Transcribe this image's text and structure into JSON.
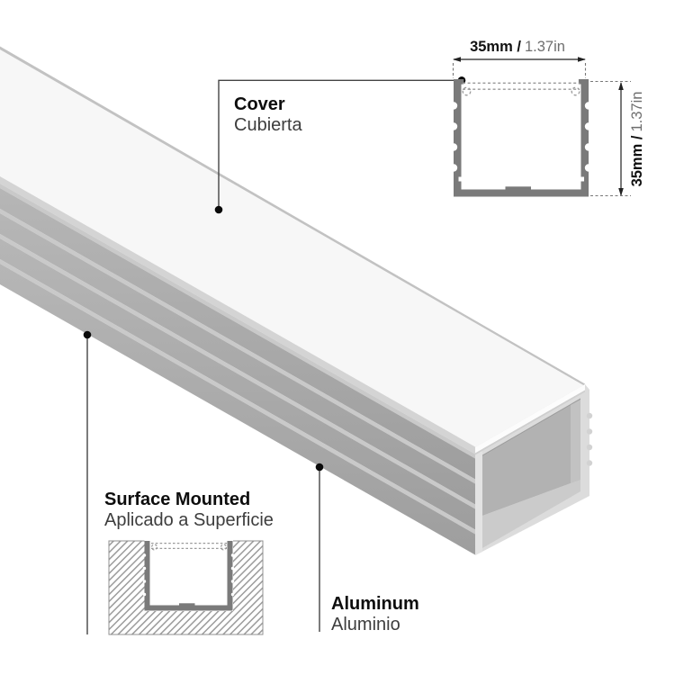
{
  "product": {
    "type_label": "aluminum-led-profile-diagram"
  },
  "labels": {
    "cover": {
      "title": "Cover",
      "subtitle": "Cubierta"
    },
    "surface_mounted": {
      "title": "Surface Mounted",
      "subtitle": "Aplicado a Superficie"
    },
    "aluminum": {
      "title": "Aluminum",
      "subtitle": "Aluminio"
    }
  },
  "dimensions": {
    "width": {
      "metric": "35mm /",
      "imperial": "1.37in"
    },
    "height": {
      "metric": "35mm /",
      "imperial": "1.37in"
    }
  },
  "colors": {
    "profile_wall": "#7a7a7a",
    "cover_face": "#f7f7f7",
    "fin_light_line": "#c9c9c9",
    "fin_strip": "#d4d4d4",
    "end_face": "#dcdcdc",
    "cavity_back": "#b2b2b2",
    "cavity_floor": "#cbcbcb",
    "leader": "#444444",
    "dim_line": "#222222",
    "hatch": "#9b9b9b"
  }
}
